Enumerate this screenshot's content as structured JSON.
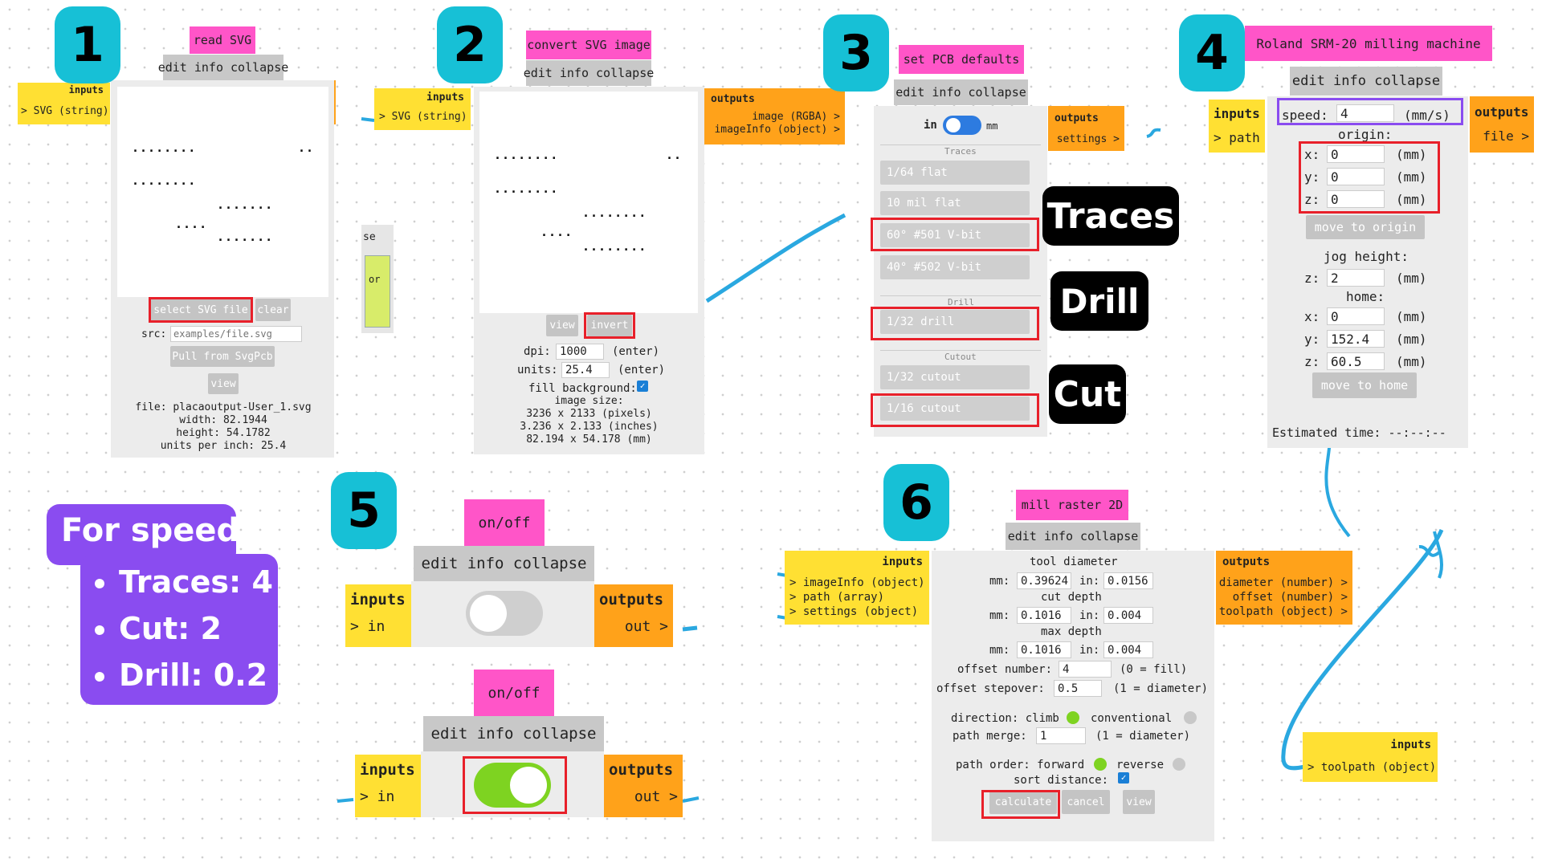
{
  "colors": {
    "badge": "#17c0d6",
    "module_title": "#ff55c8",
    "inputs": "#ffe033",
    "outputs": "#ffa21a",
    "highlight": "#e8202a",
    "speed_callout": "#8a4cf0",
    "toggle_on": "#7ed321",
    "wire": "#2aa8e0"
  },
  "s1": {
    "badge": "1",
    "title": "read SVG",
    "bar": "edit info collapse",
    "inputs_head": "inputs",
    "input": "> SVG (string)",
    "select": "select SVG file",
    "clear": "clear",
    "src_label": "src:",
    "src_placeholder": "examples/file.svg",
    "pull": "Pull from SvgPcb",
    "view": "view",
    "file": "file: placaoutput-User_1.svg",
    "width": "width: 82.1944",
    "height": "height: 54.1782",
    "units": "units per inch: 25.4",
    "dots": [
      "........",
      "..",
      "........",
      ".......",
      "....",
      ".......",
      "."
    ]
  },
  "frag": {
    "se": "se",
    "or": "or"
  },
  "s2": {
    "badge": "2",
    "title": "convert SVG image",
    "bar": "edit info collapse",
    "inputs_head": "inputs",
    "input": "> SVG (string)",
    "outputs_head": "outputs",
    "out1": "image (RGBA) >",
    "out2": "imageInfo (object) >",
    "view": "view",
    "invert": "invert",
    "dpi_label": "dpi:",
    "dpi": "1000",
    "dpi_hint": "(enter)",
    "units_label": "units:",
    "units": "25.4",
    "units_hint": "(enter)",
    "fill": "fill background:",
    "size_head": "image size:",
    "size1": "3236 x 2133 (pixels)",
    "size2": "3.236 x 2.133 (inches)",
    "size3": "82.194 x 54.178 (mm)",
    "dots": [
      "........",
      "..",
      "........",
      "........",
      "....",
      "........"
    ]
  },
  "s3": {
    "badge": "3",
    "title": "set PCB defaults",
    "bar": "edit info collapse",
    "in": "in",
    "mm": "mm",
    "outputs_head": "outputs",
    "out": "settings >",
    "traces_head": "Traces",
    "drill_head": "Drill",
    "cut_head": "Cutout",
    "b1": "1/64 flat",
    "b2": "10 mil flat",
    "b3": "60° #501 V-bit",
    "b4": "40° #502 V-bit",
    "b5": "1/32 drill",
    "b6": "1/32 cutout",
    "b7": "1/16 cutout",
    "lab_traces": "Traces",
    "lab_drill": "Drill",
    "lab_cut": "Cut"
  },
  "s4": {
    "badge": "4",
    "title": "Roland SRM-20 milling machine",
    "bar": "edit info collapse",
    "inputs_head": "inputs",
    "input": "> path",
    "outputs_head": "outputs",
    "out": "file >",
    "speed_label": "speed:",
    "speed": "4",
    "speed_unit": "(mm/s)",
    "origin": "origin:",
    "ox": "0",
    "oy": "0",
    "oz": "0",
    "xl": "x:",
    "yl": "y:",
    "zl": "z:",
    "unit": "(mm)",
    "move_origin": "move to origin",
    "jog": "jog height:",
    "jz": "2",
    "home": "home:",
    "hx": "0",
    "hy": "152.4",
    "hz": "60.5",
    "move_home": "move to home",
    "est": "Estimated time: --:--:--"
  },
  "speed_note": {
    "title": "For speed",
    "items": [
      "Traces: 4",
      "Cut: 2",
      "Drill: 0.2"
    ]
  },
  "s5": {
    "badge": "5",
    "title": "on/off",
    "bar": "edit info collapse",
    "inputs_head": "inputs",
    "input": "> in",
    "outputs_head": "outputs",
    "out": "out >"
  },
  "s6": {
    "badge": "6",
    "title": "mill raster 2D",
    "bar": "edit info collapse",
    "inputs_head": "inputs",
    "in1": "> imageInfo (object)",
    "in2": "> path (array)",
    "in3": "> settings (object)",
    "outputs_head": "outputs",
    "o1": "diameter (number) >",
    "o2": "offset (number) >",
    "o3": "toolpath (object) >",
    "tool": "tool diameter",
    "mm": "mm:",
    "in": "in:",
    "td_mm": "0.39624",
    "td_in": "0.0156",
    "cut": "cut depth",
    "cd_mm": "0.1016",
    "cd_in": "0.004",
    "max": "max depth",
    "md_mm": "0.1016",
    "md_in": "0.004",
    "offn_label": "offset number:",
    "offn": "4",
    "offn_hint": "(0 = fill)",
    "step_label": "offset stepover:",
    "step": "0.5",
    "step_hint": "(1 = diameter)",
    "dir": "direction: climb",
    "conv": "conventional",
    "merge_label": "path merge:",
    "merge": "1",
    "merge_hint": "(1 = diameter)",
    "order": "path order: forward",
    "rev": "reverse",
    "sort": "sort distance:",
    "calc": "calculate",
    "cancel": "cancel",
    "view": "view",
    "tp_head": "inputs",
    "tp": "> toolpath (object)"
  }
}
